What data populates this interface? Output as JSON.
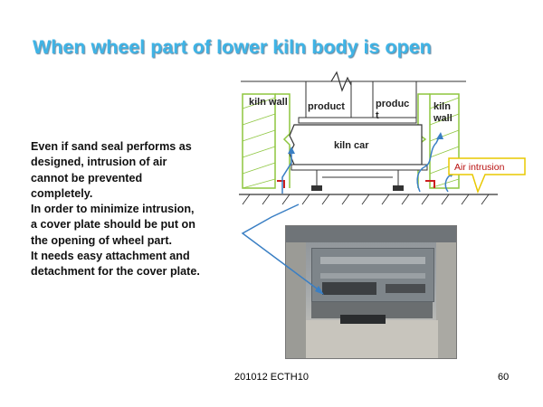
{
  "slide": {
    "title": "When wheel part of lower kiln body is open",
    "body_lines": [
      "Even if sand seal performs as",
      "designed, intrusion of air",
      "cannot be prevented",
      "completely.",
      "In order to minimize intrusion,",
      "a cover plate should be put on",
      "the opening of wheel part.",
      "It needs easy attachment and",
      "detachment for the cover plate."
    ],
    "footer_center": "201012 ECTH10",
    "page_number": "60"
  },
  "diagram": {
    "labels": {
      "kiln_wall_left": "kiln wall",
      "product_1": "product",
      "product_2_line1": "produc",
      "product_2_line2": "t",
      "kiln_wall_right_line1": "kiln",
      "kiln_wall_right_line2": "wall",
      "kiln_car": "kiln car",
      "air_intrusion": "Air intrusion"
    },
    "colors": {
      "wall_outline": "#8ec63f",
      "arrow_blue": "#3a7fc4",
      "callout_border": "#e8c800",
      "callout_text": "#b81010",
      "seal_red": "#cc1f1f",
      "title": "#3fb4e6"
    }
  }
}
